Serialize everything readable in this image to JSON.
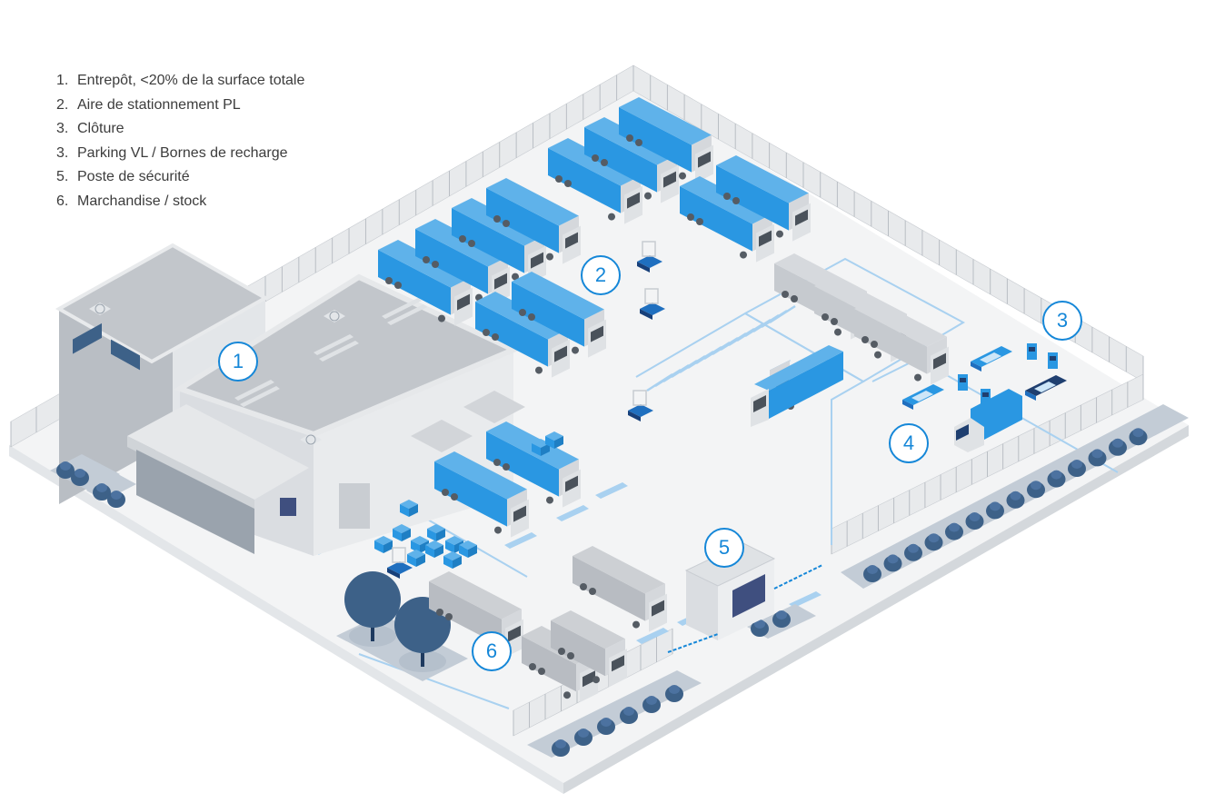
{
  "legend": {
    "items": [
      {
        "number": "1.",
        "label": "Entrepôt, <20% de la surface totale"
      },
      {
        "number": "2.",
        "label": "Aire de stationnement PL"
      },
      {
        "number": "3.",
        "label": "Clôture"
      },
      {
        "number": "3.",
        "label": "Parking VL / Bornes de recharge"
      },
      {
        "number": "5.",
        "label": "Poste de sécurité"
      },
      {
        "number": "6.",
        "label": "Marchandise / stock"
      }
    ]
  },
  "callouts": [
    {
      "label": "1",
      "refers_to": "Entrepôt"
    },
    {
      "label": "2",
      "refers_to": "Aire de stationnement PL"
    },
    {
      "label": "3",
      "refers_to": "Clôture"
    },
    {
      "label": "4",
      "refers_to": "Parking VL / Bornes de recharge"
    },
    {
      "label": "5",
      "refers_to": "Poste de sécurité"
    },
    {
      "label": "6",
      "refers_to": "Marchandise / stock"
    }
  ],
  "colors": {
    "accent": "#1587d8",
    "trailer_blue": "#2a97e2",
    "trailer_blue_top": "#5fb2ea",
    "trailer_grey": "#b8bcc2",
    "ground": "#f3f4f5",
    "ground_edge": "#dde1e5",
    "building": "#e6e8ea",
    "roof": "#c2c6cb",
    "tree": "#3d6188",
    "lane": "#a9d1f0"
  },
  "scene": {
    "blue_trucks_parked": 12,
    "blue_trucks_docked": 2,
    "blue_truck_yard": 1,
    "grey_trucks": 7,
    "cars": 3,
    "charging_stations": 4,
    "forklifts": 4,
    "trees": 2
  }
}
